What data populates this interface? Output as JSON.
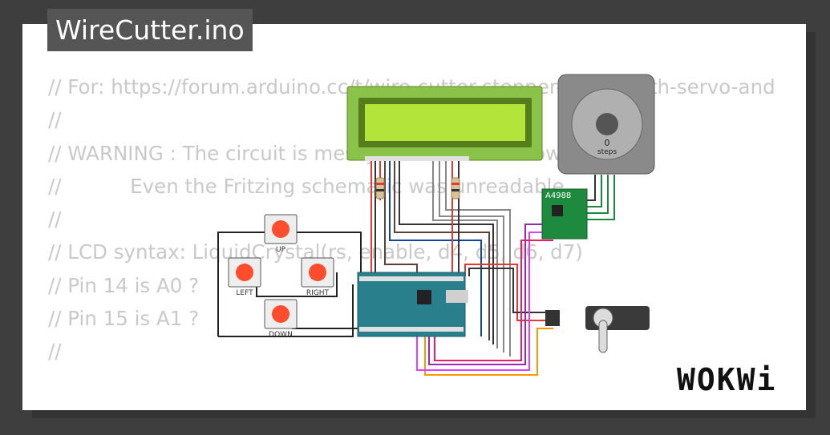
{
  "title": "WireCutter.ino",
  "code_lines": [
    "// For: https://forum.arduino.cc/t/wire-cutter-stepper-motor-with-servo-and",
    "//",
    "// WARNING : The circuit is messy and hard to follow.",
    "//           Even the Fritzing schematic was unreadable.",
    "//",
    "// LCD syntax: LiquidCrystal(rs, enable, d4, d5, d6, d7)",
    "// Pin 14 is A0 ?",
    "// Pin 15 is A1 ?",
    "//"
  ],
  "buttons": {
    "up": "UP",
    "left": "LEFT",
    "right": "RIGHT",
    "down": "DOWN"
  },
  "driver_label": "A4988",
  "stepper": {
    "count": "0",
    "unit": "steps"
  },
  "logo": "WOKWi",
  "colors": {
    "lcd_green": "#8bc34a",
    "lcd_screen": "#b3e43a",
    "nano_teal": "#2a7f8c",
    "button_red": "#ff4d2e",
    "driver_green": "#1e8a3e"
  }
}
